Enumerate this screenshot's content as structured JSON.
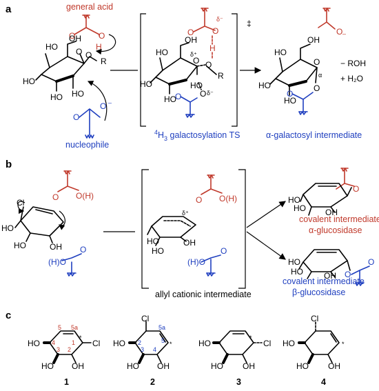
{
  "panels": {
    "a": {
      "label": "a",
      "general_acid": "general acid",
      "nucleophile": "nucleophile",
      "ts_caption_sup": "4",
      "ts_caption_sub": "3",
      "ts_caption_h": "H",
      "ts_caption_rest": " galactosylation TS",
      "intermediate_caption": "α-galactosyl intermediate",
      "dagger": "‡",
      "minus_roh": "− ROH",
      "plus_h2o": "+ H₂O",
      "delta_minus": "δ⁻",
      "delta_plus": "δ⁺"
    },
    "b": {
      "label": "b",
      "oh_h": "O(H)",
      "h_o": "(H)O",
      "delta_plus": "δ⁺",
      "allyl_caption": "allyl cationic intermediate",
      "covalent_alpha_1": "covalent intermediate",
      "covalent_alpha_2": "α-glucosidase",
      "covalent_beta_1": "covalent intermediate",
      "covalent_beta_2": "β-glucosidase"
    },
    "c": {
      "label": "c",
      "compounds": [
        "1",
        "2",
        "3",
        "4"
      ],
      "atom_numbers": [
        "1",
        "2",
        "3",
        "4",
        "5",
        "5a"
      ]
    },
    "atoms": {
      "HO": "HO",
      "OH": "OH",
      "O": "O",
      "H": "H",
      "R": "R",
      "Cl": "Cl",
      "star": "*"
    }
  }
}
